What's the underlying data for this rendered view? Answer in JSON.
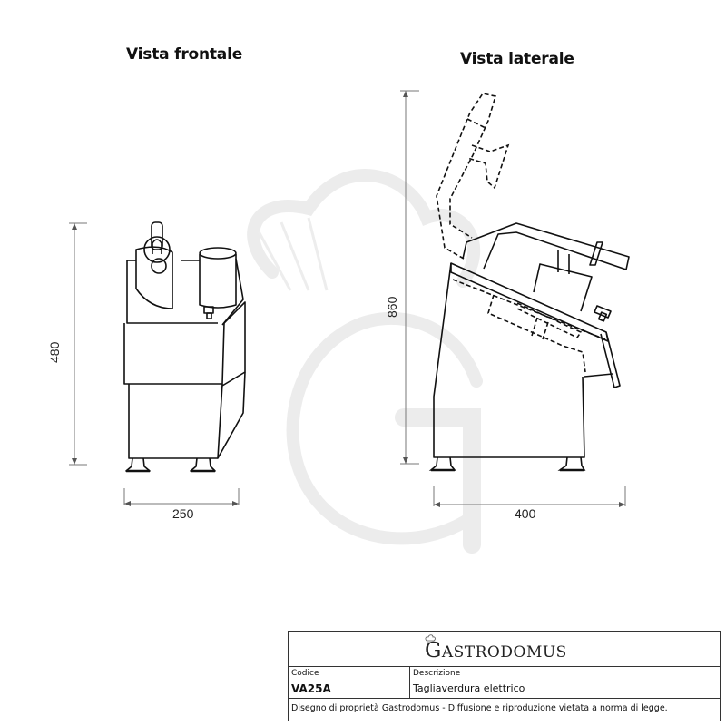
{
  "views": {
    "front": {
      "title": "Vista frontale",
      "width_dim": "250",
      "height_dim": "480"
    },
    "side": {
      "title": "Vista laterale",
      "width_dim": "400",
      "height_dim": "860"
    }
  },
  "title_block": {
    "logo_text_first": "G",
    "logo_text_rest": "ASTRODOMUS",
    "code_label": "Codice",
    "code_value": "VA25A",
    "description_label": "Descrizione",
    "description_value": "Tagliaverdura elettrico",
    "footer": "Disegno di proprietà Gastrodomus - Diffusione e riproduzione vietata a norma di legge."
  },
  "colors": {
    "line": "#111111",
    "dimension_line": "#777777",
    "watermark": "#eeeeee"
  }
}
